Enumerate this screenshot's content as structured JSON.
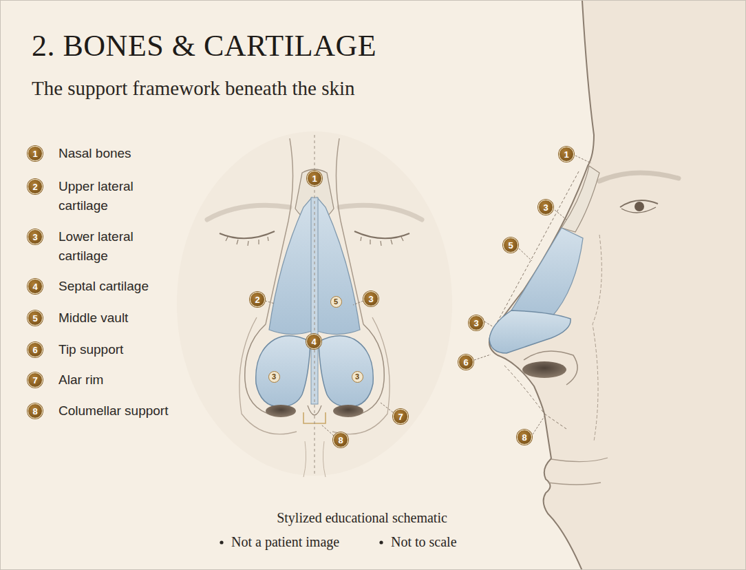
{
  "diagram": {
    "title": "2. BONES & CARTILAGE",
    "caption": "Stylized educational schematic",
    "labels": [
      "The support framework beneath the skin",
      "1",
      "Nasal bones",
      "2",
      "Upper lateral cartilage",
      "3",
      "Lower lateral cartilage",
      "4",
      "Septal cartilage",
      "5",
      "Middle vault",
      "6",
      "Tip support",
      "7",
      "Alar rim",
      "8",
      "Columellar support",
      "1",
      "2",
      "5",
      "3",
      "4",
      "3",
      "3",
      "7",
      "8",
      "1",
      "3",
      "5",
      "3",
      "6",
      "8",
      "Not a patient image",
      "Not to scale"
    ]
  }
}
